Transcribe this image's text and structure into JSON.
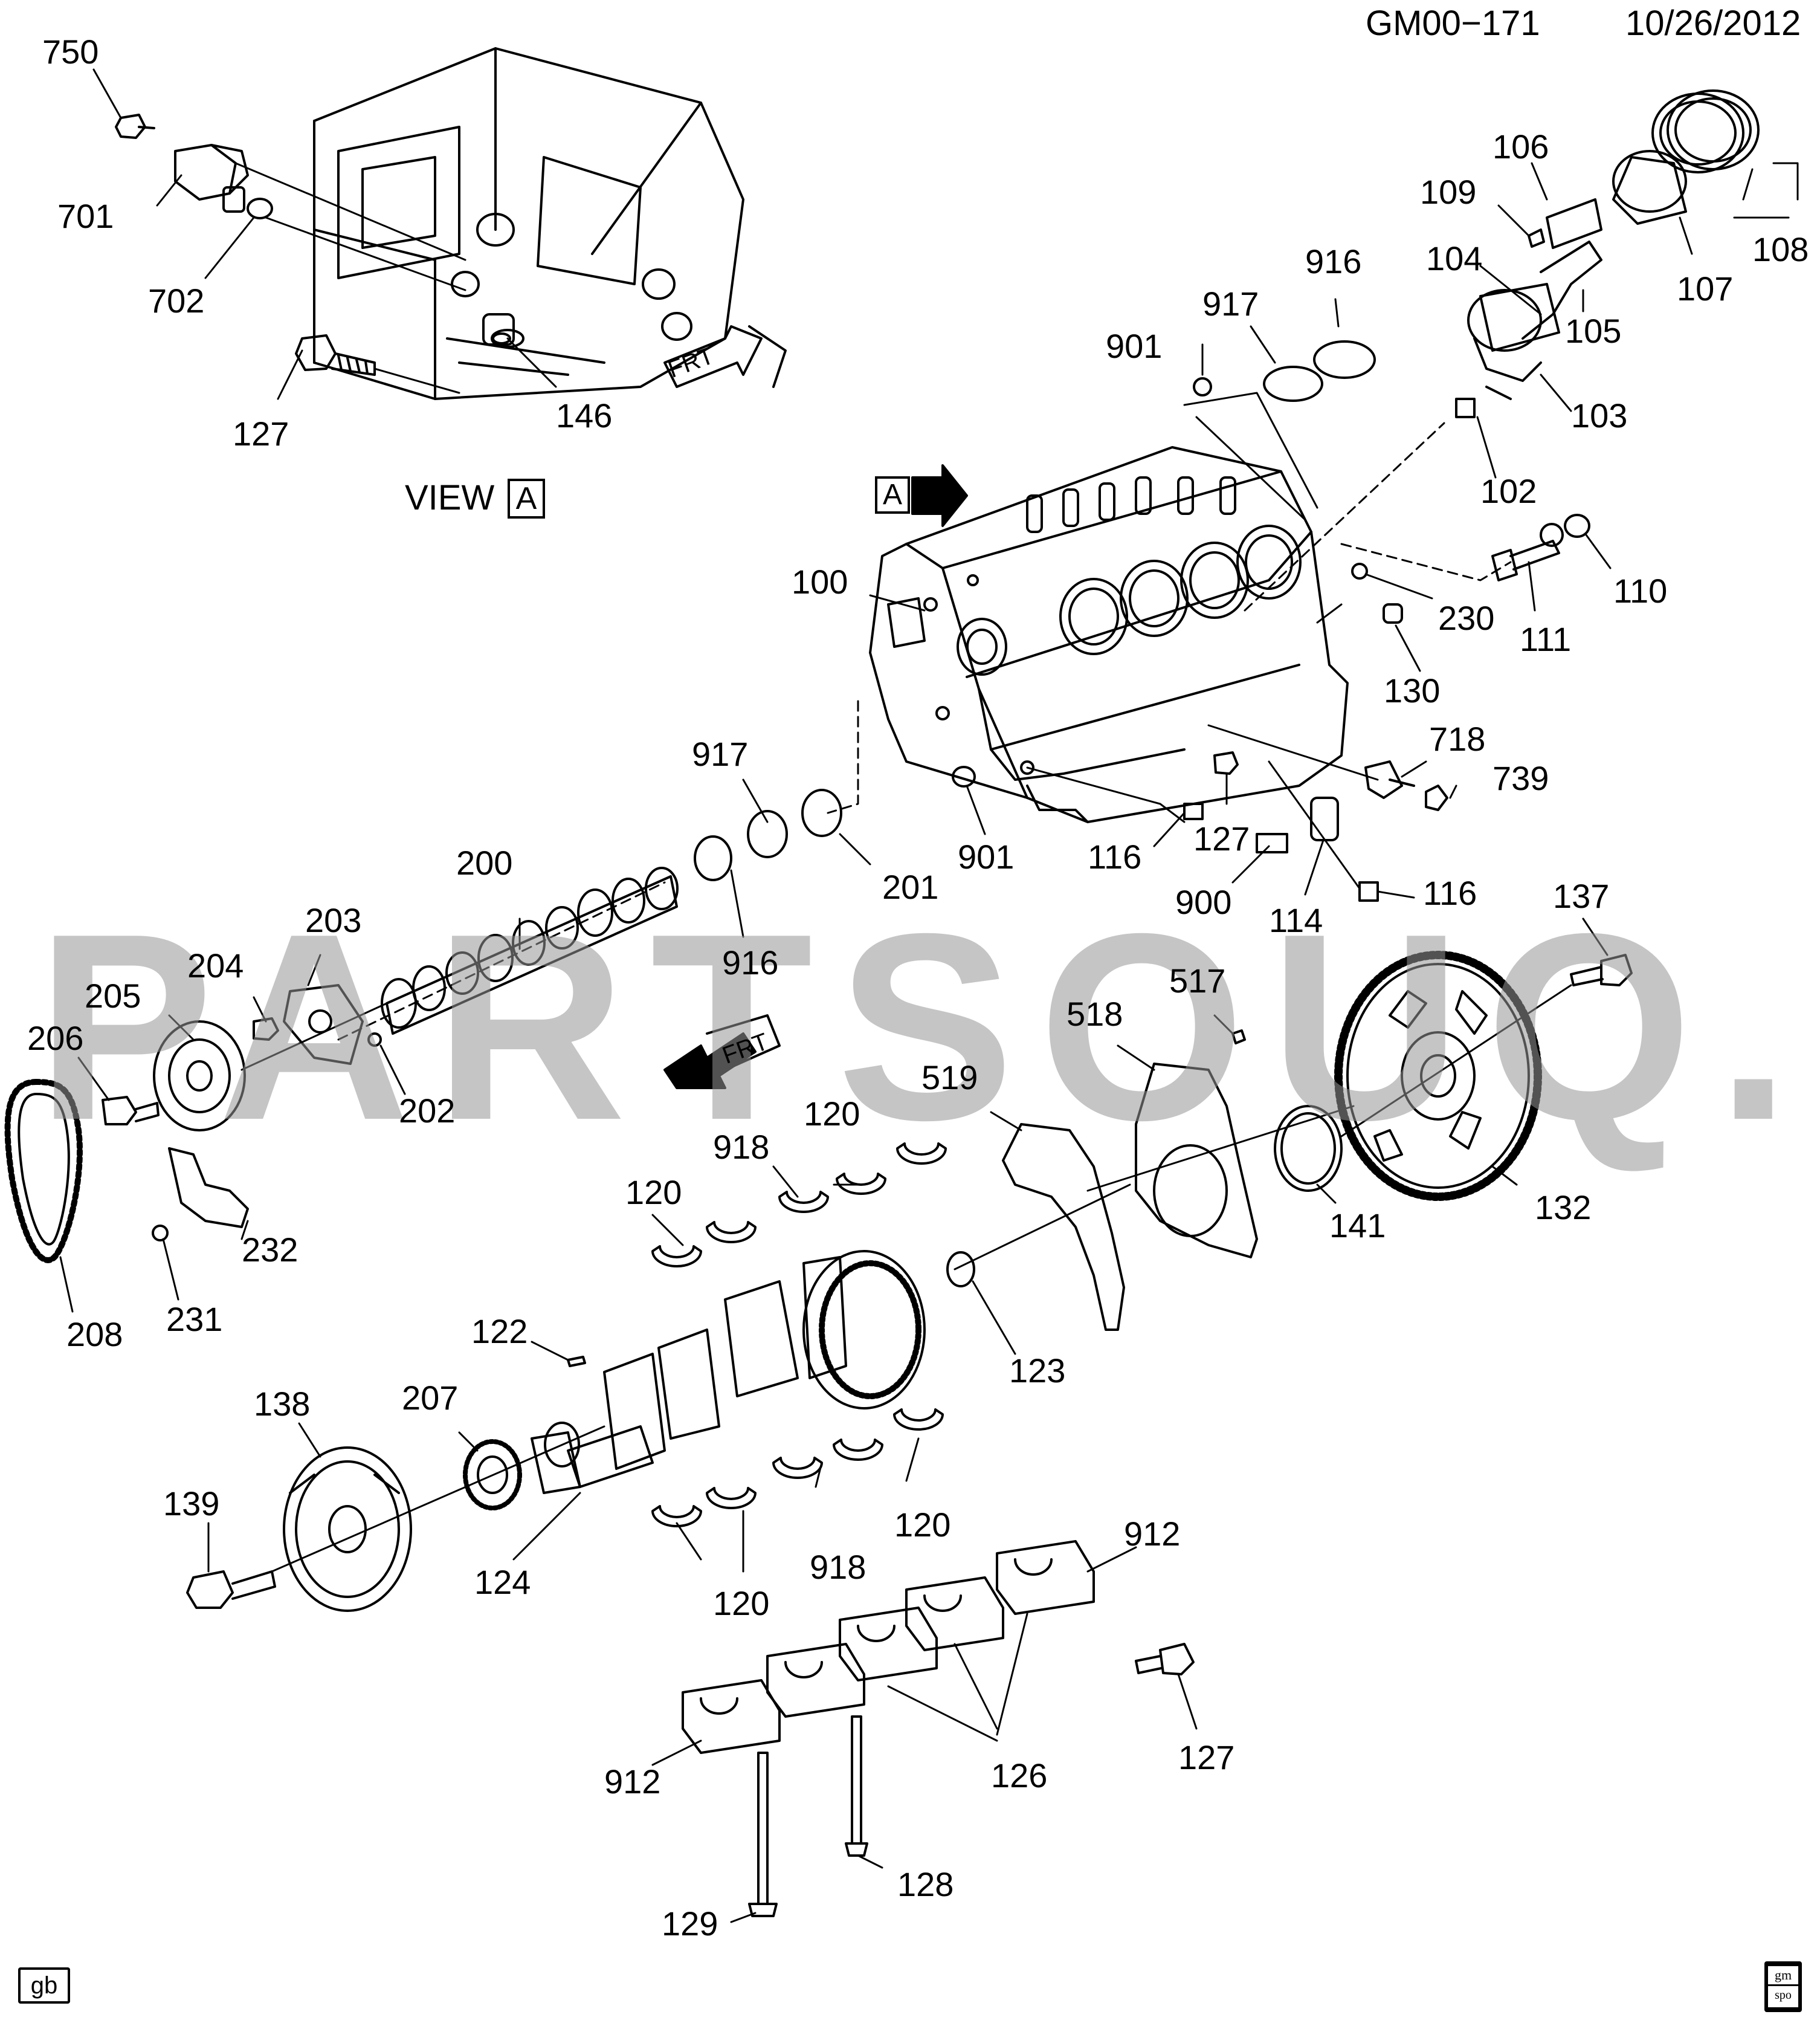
{
  "header": {
    "doc_id": "GM00−171",
    "date": "10/26/2012"
  },
  "view_label": {
    "text": "VIEW",
    "letter": "A"
  },
  "block_marker": "A",
  "frt_label": "FRT",
  "watermark_text": "PARTSOUQ.COM",
  "footer": {
    "left_tag": "gb",
    "logo_top": "gm",
    "logo_bottom": "spo"
  },
  "callouts": {
    "c750": "750",
    "c701": "701",
    "c702": "702",
    "c127a": "127",
    "c146": "146",
    "c106": "106",
    "c109": "109",
    "c108": "108",
    "c107": "107",
    "c104": "104",
    "c105": "105",
    "c103": "103",
    "c102": "102",
    "c916a": "916",
    "c917a": "917",
    "c901a": "901",
    "c100": "100",
    "c230": "230",
    "c111": "111",
    "c110": "110",
    "c130": "130",
    "c718": "718",
    "c739": "739",
    "c917b": "917",
    "c200": "200",
    "c201": "201",
    "c901b": "901",
    "c116a": "116",
    "c127b": "127",
    "c900": "900",
    "c114": "114",
    "c116b": "116",
    "c203": "203",
    "c204": "204",
    "c205": "205",
    "c206": "206",
    "c916b": "916",
    "c202": "202",
    "c137": "137",
    "c517": "517",
    "c518": "518",
    "c519": "519",
    "c120a": "120",
    "c918a": "918",
    "c120b": "120",
    "c141": "141",
    "c132": "132",
    "c232": "232",
    "c231": "231",
    "c208": "208",
    "c122": "122",
    "c123": "123",
    "c138": "138",
    "c207": "207",
    "c139": "139",
    "c124": "124",
    "c120c": "120",
    "c918b": "918",
    "c120d": "120",
    "c912a": "912",
    "c127c": "127",
    "c126": "126",
    "c912b": "912",
    "c128": "128",
    "c129": "129"
  }
}
